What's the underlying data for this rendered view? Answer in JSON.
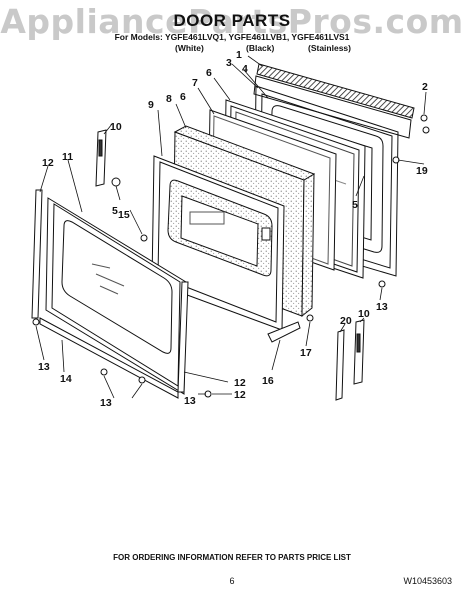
{
  "header": {
    "watermark": "AppliancePartsPros.com",
    "title": "DOOR PARTS",
    "models": "For Models: YGFE461LVQ1, YGFE461LVB1, YGFE461LVS1",
    "variants": [
      "(White)",
      "(Black)",
      "(Stainless)"
    ]
  },
  "callouts": [
    "1",
    "2",
    "3",
    "4",
    "5",
    "6",
    "7",
    "8",
    "9",
    "10",
    "11",
    "12",
    "13",
    "14",
    "15",
    "16",
    "17",
    "19",
    "20"
  ],
  "footer": {
    "note": "FOR ORDERING INFORMATION REFER TO PARTS PRICE LIST",
    "page": "6",
    "doc_number": "W10453603"
  }
}
